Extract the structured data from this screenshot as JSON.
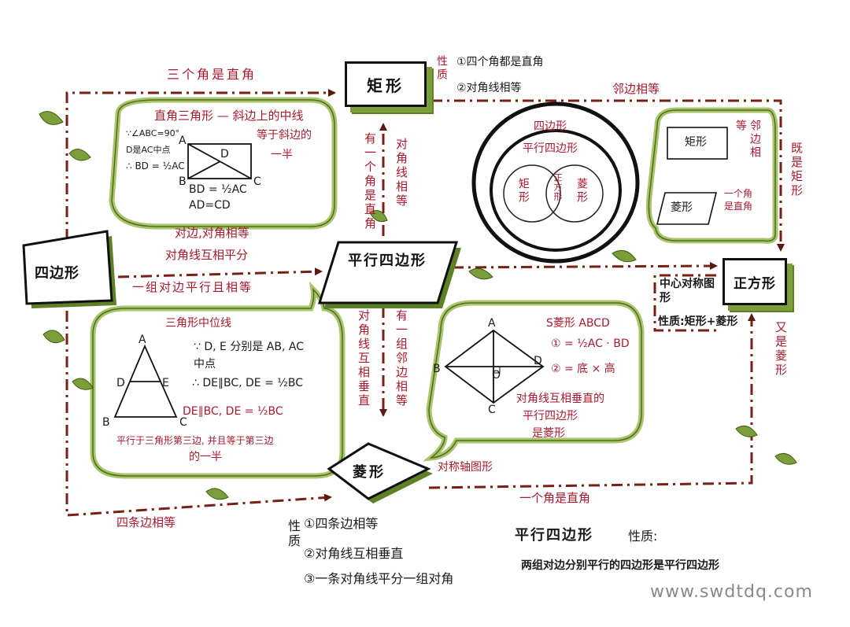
{
  "shapes": {
    "quadrilateral": "四边形",
    "parallelogram": "平行四边形",
    "rectangle": "矩形",
    "rhombus": "菱形",
    "square": "正方形"
  },
  "edges": {
    "quad_to_rect": "三个角是直角",
    "quad_to_para_1": "对边,对角相等",
    "quad_to_para_2": "对角线互相平分",
    "quad_to_para_3": "一组对边平行且相等",
    "quad_to_rhombus": "四条边相等",
    "para_to_rect_1": "有一个角是直角",
    "para_to_rect_2": "对角线相等",
    "para_to_rhombus_1": "对角线互相垂直",
    "para_to_rhombus_2": "有一组邻边相等",
    "rect_to_square": "邻边相等",
    "square_path_1": "既是矩形",
    "square_path_2": "又是菱形",
    "rhombus_to_square": "一个角是直角"
  },
  "rect_props": {
    "label": "性质",
    "p1": "①四个角都是直角",
    "p2": "②对角线相等"
  },
  "rhombus_props": {
    "label": "性质",
    "p1": "①四条边相等",
    "p2": "②对角线互相垂直",
    "p3": "③一条对角线平分一组对角",
    "symmetry": "对称轴图形"
  },
  "square_props": {
    "sym": "中心对称图形",
    "prop": "性质:矩形+菱形"
  },
  "bubble_right_triangle": {
    "title": "直角三角形 — 斜边上的中线",
    "title2": "等于斜边的",
    "title3": "一半",
    "given1": "∵∠ABC=90°",
    "given2": "D是AC中点",
    "given3": "∴ BD = ½AC",
    "r1": "BD = ½AC",
    "r2": "AD=CD",
    "A": "A",
    "B": "B",
    "C": "C",
    "D": "D"
  },
  "bubble_midline": {
    "title": "三角形中位线",
    "g1": "∵ D, E 分别是 AB, AC",
    "g2": "中点",
    "g3": "∴ DE∥BC, DE = ½BC",
    "r": "DE∥BC, DE = ½BC",
    "c1": "平行于三角形第三边, 并且等于第三边",
    "c2": "的一半",
    "A": "A",
    "B": "B",
    "C": "C",
    "D": "D",
    "E": "E"
  },
  "bubble_rhombus": {
    "area": "S菱形 ABCD",
    "f1": "① = ½AC · BD",
    "f2": "② = 底 × 高",
    "c1": "对角线互相垂直的",
    "c2": "平行四边形",
    "c3": "是菱形",
    "A": "A",
    "B": "B",
    "C": "C",
    "D": "D",
    "O": "O"
  },
  "venn": {
    "outer": "四边形",
    "inner": "平行四边形",
    "left": "矩形",
    "right": "菱形",
    "mid": "正方形"
  },
  "side_bubble": {
    "rect": "矩形",
    "rect_note": "邻边相等",
    "rhombus": "菱形",
    "rhombus_note": "一个角是直角"
  },
  "footer": {
    "title": "平行四边形",
    "title_suffix": "性质:",
    "def": "两组对边分别平行的四边形是平行四边形",
    "watermark": "www.swdtdq.com"
  },
  "colors": {
    "red": "#a8192c",
    "green": "#7c9e3a",
    "dark_green": "#5e8127",
    "ink": "#111111"
  }
}
